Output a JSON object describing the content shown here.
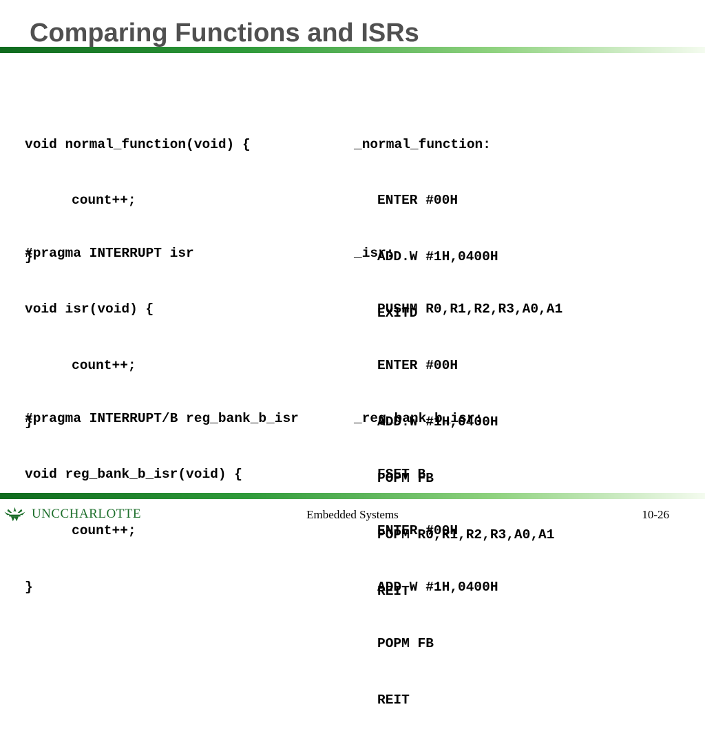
{
  "slide": {
    "title": "Comparing Functions and ISRs",
    "footer_center": "Embedded Systems",
    "footer_page": "10-26",
    "logo_text": "UNCCHARLOTTE"
  },
  "colors": {
    "title_gray": "#505050",
    "rule_dark_green": "#0f6a1e",
    "rule_light_green": "#8fd27f"
  },
  "sections": [
    {
      "c_lines": [
        "void normal_function(void) {",
        "count++;",
        "}"
      ],
      "asm_lines": [
        "_normal_function:",
        "ENTER #00H",
        "ADD.W #1H,0400H",
        "EXITD"
      ]
    },
    {
      "c_lines": [
        "#pragma INTERRUPT isr",
        "void isr(void) {",
        "count++;",
        "}"
      ],
      "asm_lines": [
        "_isr:",
        "PUSHM R0,R1,R2,R3,A0,A1",
        "ENTER #00H",
        "ADD.W #1H,0400H",
        "POPM FB",
        "POPM R0,R1,R2,R3,A0,A1",
        "REIT"
      ]
    },
    {
      "c_lines": [
        "#pragma INTERRUPT/B reg_bank_b_isr",
        "void reg_bank_b_isr(void) {",
        "count++;",
        "}"
      ],
      "asm_lines": [
        "_reg_bank_b_isr:",
        "FSET B",
        "ENTER #00H",
        "ADD.W #1H,0400H",
        "POPM FB",
        "REIT"
      ]
    }
  ]
}
